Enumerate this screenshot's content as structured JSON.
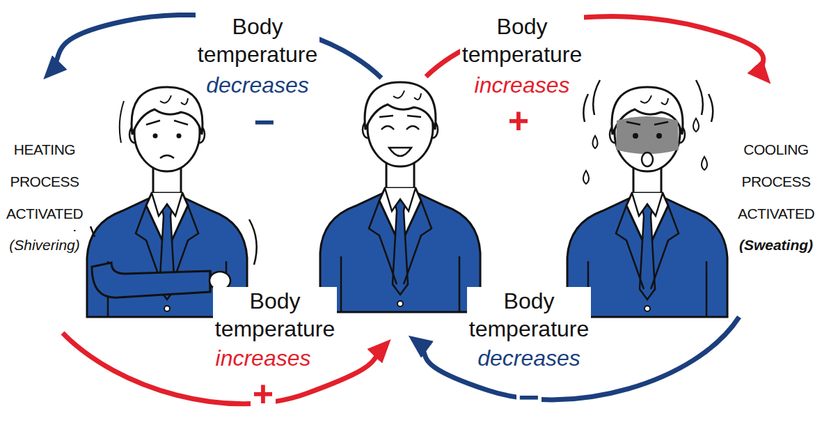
{
  "diagram": {
    "labels": [
      "Body temperature",
      "decreases",
      "−",
      "Body temperature",
      "increases",
      "+",
      "HEATING PROCESS ACTIVATED",
      "(Shivering)",
      "COOLING PROCESS ACTIVATED",
      "(Sweating)",
      "Body temperature",
      "increases",
      "+",
      "Body temperature",
      "decreases",
      "−"
    ]
  }
}
